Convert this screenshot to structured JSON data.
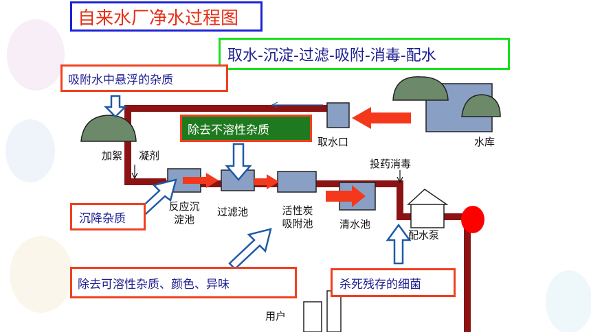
{
  "title": "自来水厂净水过程图",
  "process_steps": "取水-沉淀-过滤-吸附-消毒-配水",
  "annotations": {
    "absorb_suspended": "吸附水中悬浮的杂质",
    "remove_insoluble": "除去不溶性杂质",
    "settle_impurities": "沉降杂质",
    "remove_soluble": "除去可溶性杂质、颜色、异味",
    "kill_bacteria": "杀死残存的细菌"
  },
  "stations": {
    "reservoir": "水库",
    "intake": "取水口",
    "coagulant_a": "加絮",
    "coagulant_b": "凝剂",
    "reaction_a": "反应沉",
    "reaction_b": "淀池",
    "filter": "过滤池",
    "carbon_a": "活性炭",
    "carbon_b": "吸附池",
    "clear_water": "清水池",
    "disinfect": "投药消毒",
    "pump": "配水泵",
    "user": "用户"
  },
  "colors": {
    "pipe": "#8b1313",
    "arrow_red": "#f4381c",
    "arrow_outline": "#1e5aa8",
    "tank_fill": "#8a9fc4",
    "tree": "#6c8a6a",
    "pump_ball": "#ff0000"
  }
}
